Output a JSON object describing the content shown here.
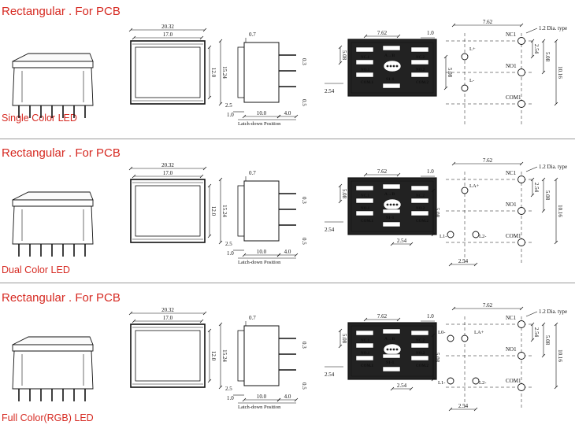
{
  "sections": [
    {
      "title": "Rectangular . For PCB",
      "caption": "Single Color LED",
      "variant": "single",
      "top_view": {
        "outer_width": "20.32",
        "inner_width": "17.0",
        "inner_height": "12.0",
        "outer_height": "15.24"
      },
      "side_view": {
        "top_offset": "0.7",
        "pin_a": "0.3",
        "pin_b": "0.5",
        "height_offset": "2.5",
        "base": "1.0",
        "body": "10.0",
        "pin_length": "4.0",
        "latch_label": "Latch-down Position"
      },
      "pcb_view": {
        "pitch_x": "7.62",
        "edge": "1.0",
        "pitch_y": "5.08",
        "row_offset": "2.54",
        "bottom_pitch": "",
        "labels": [
          "NC.1",
          "NC.2",
          "NO.1",
          "NO.2",
          "COM.1",
          "COM.2",
          "A→B",
          "S1-1"
        ]
      },
      "schematic": {
        "pitch_x": "7.62",
        "hole_dia": "1.2 Dia. type",
        "pitch_a": "2.54",
        "pitch_b": "5.08",
        "pitch_total": "10.16",
        "pitch_small": "",
        "pins": [
          "NC1",
          "NO1",
          "COM1"
        ],
        "leds": [
          "L+",
          "L-"
        ]
      }
    },
    {
      "title": "Rectangular . For PCB",
      "caption": "Dual Color LED",
      "variant": "dual",
      "top_view": {
        "outer_width": "20.32",
        "inner_width": "17.0",
        "inner_height": "12.0",
        "outer_height": "15.24"
      },
      "side_view": {
        "top_offset": "0.7",
        "pin_a": "0.3",
        "pin_b": "0.5",
        "height_offset": "2.5",
        "base": "1.0",
        "body": "10.0",
        "pin_length": "4.0",
        "latch_label": "Latch-down Position"
      },
      "pcb_view": {
        "pitch_x": "7.62",
        "edge": "1.0",
        "pitch_y": "5.08",
        "row_offset": "2.54",
        "bottom_pitch": "2.54",
        "labels": [
          "NC.1",
          "NC.2",
          "NO.1",
          "NO.2",
          "COM.1",
          "COM.2",
          "A→B",
          "S1-1"
        ]
      },
      "schematic": {
        "pitch_x": "7.62",
        "hole_dia": "1.2 Dia. type",
        "pitch_a": "2.54",
        "pitch_b": "5.08",
        "pitch_total": "10.16",
        "pitch_small": "2.54",
        "pins": [
          "NC1",
          "NO1",
          "COM1"
        ],
        "leds": [
          "LA+",
          "L1-",
          "L2-"
        ]
      }
    },
    {
      "title": "Rectangular . For PCB",
      "caption": "Full  Color(RGB) LED",
      "variant": "rgb",
      "top_view": {
        "outer_width": "20.32",
        "inner_width": "17.0",
        "inner_height": "12.0",
        "outer_height": "15.24"
      },
      "side_view": {
        "top_offset": "0.7",
        "pin_a": "0.3",
        "pin_b": "0.5",
        "height_offset": "2.5",
        "base": "1.0",
        "body": "10.0",
        "pin_length": "4.0",
        "latch_label": "Latch-down Position"
      },
      "pcb_view": {
        "pitch_x": "7.62",
        "edge": "1.0",
        "pitch_y": "5.08",
        "row_offset": "2.54",
        "bottom_pitch": "2.54",
        "labels": [
          "NC.1",
          "NC.2",
          "NO.1",
          "NO.2",
          "COM.1",
          "COM.2",
          "A→B",
          "S1-1"
        ]
      },
      "schematic": {
        "pitch_x": "7.62",
        "hole_dia": "1.2 Dia. type",
        "pitch_a": "2.54",
        "pitch_b": "5.08",
        "pitch_total": "10.16",
        "pitch_small": "2.54",
        "pins": [
          "NC1",
          "NO1",
          "COM1"
        ],
        "leds": [
          "L0-",
          "LA+",
          "L1-",
          "L2-"
        ]
      }
    }
  ],
  "colors": {
    "accent": "#d62a22",
    "divider": "#9a9a9a",
    "line": "#111111",
    "pcb_fill": "#222222"
  }
}
